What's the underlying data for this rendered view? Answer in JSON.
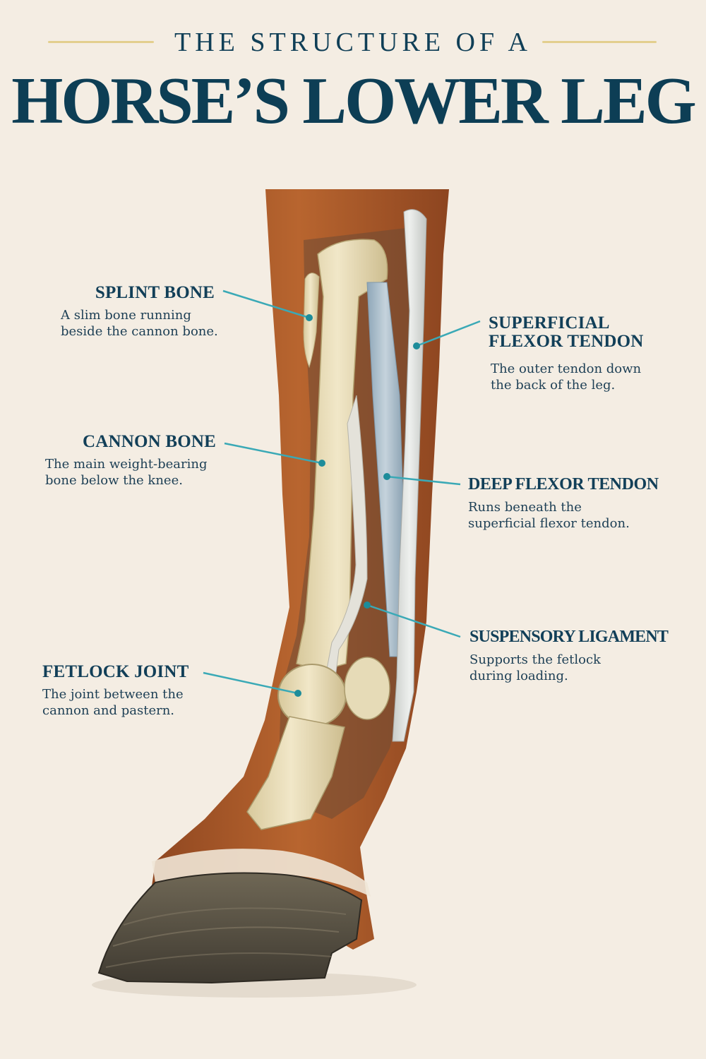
{
  "header": {
    "subtitle": "THE STRUCTURE OF A",
    "title": "HORSE’S LOWER LEG"
  },
  "labels": {
    "splint_bone": {
      "title": "SPLINT BONE",
      "desc_line1": "A slim bone running",
      "desc_line2": "beside the cannon bone."
    },
    "cannon_bone": {
      "title": "CANNON BONE",
      "desc_line1": "The main weight-bearing",
      "desc_line2": "bone below the knee."
    },
    "fetlock_joint": {
      "title": "FETLOCK JOINT",
      "desc_line1": "The joint between the",
      "desc_line2": "cannon and pastern."
    },
    "superficial_flexor_tendon": {
      "title_line1": "SUPERFICIAL",
      "title_line2": "FLEXOR TENDON",
      "desc_line1": "The outer tendon down",
      "desc_line2": "the back of the leg."
    },
    "deep_flexor_tendon": {
      "title": "DEEP FLEXOR TENDON",
      "desc_line1": "Runs beneath the",
      "desc_line2": "superficial flexor tendon."
    },
    "suspensory_ligament": {
      "title": "SUSPENSORY LIGAMENT",
      "desc_line1": "Supports the fetlock",
      "desc_line2": "during loading."
    }
  },
  "colors": {
    "background": "#f4ede3",
    "title": "#0d3e55",
    "accent_rule": "#e3cf8e",
    "leader": "#3aa9b6",
    "fur": "#a9572a",
    "bone": "#e8dcb8",
    "tendon": "#d9dde0",
    "deep_tendon": "#a9bdcc",
    "hoof": "#5b5548"
  }
}
